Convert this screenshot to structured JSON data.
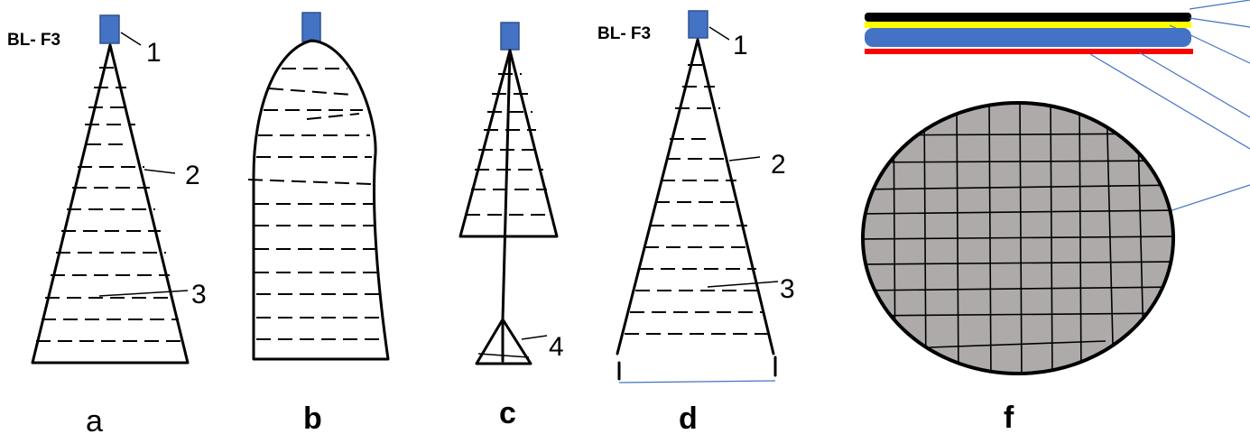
{
  "colors": {
    "sensor_fill": "#4472c4",
    "sensor_stroke": "#2f528f",
    "layer_black": "#000000",
    "layer_yellow": "#ffff00",
    "layer_blue": "#4472c4",
    "layer_red": "#ff0000",
    "fabric_fill": "#aeaaaa",
    "leader_blue": "#4472c4"
  },
  "panel_a": {
    "tag": "BL- F3",
    "callout_1": "1",
    "callout_2": "2",
    "callout_3": "3",
    "caption": "a"
  },
  "panel_b": {
    "caption": "b"
  },
  "panel_c": {
    "callout_4": "4",
    "caption": "c"
  },
  "panel_d": {
    "tag": "BL- F3",
    "callout_1": "1",
    "callout_2": "2",
    "callout_3": "3",
    "caption": "d"
  },
  "panel_f": {
    "caption": "f"
  }
}
